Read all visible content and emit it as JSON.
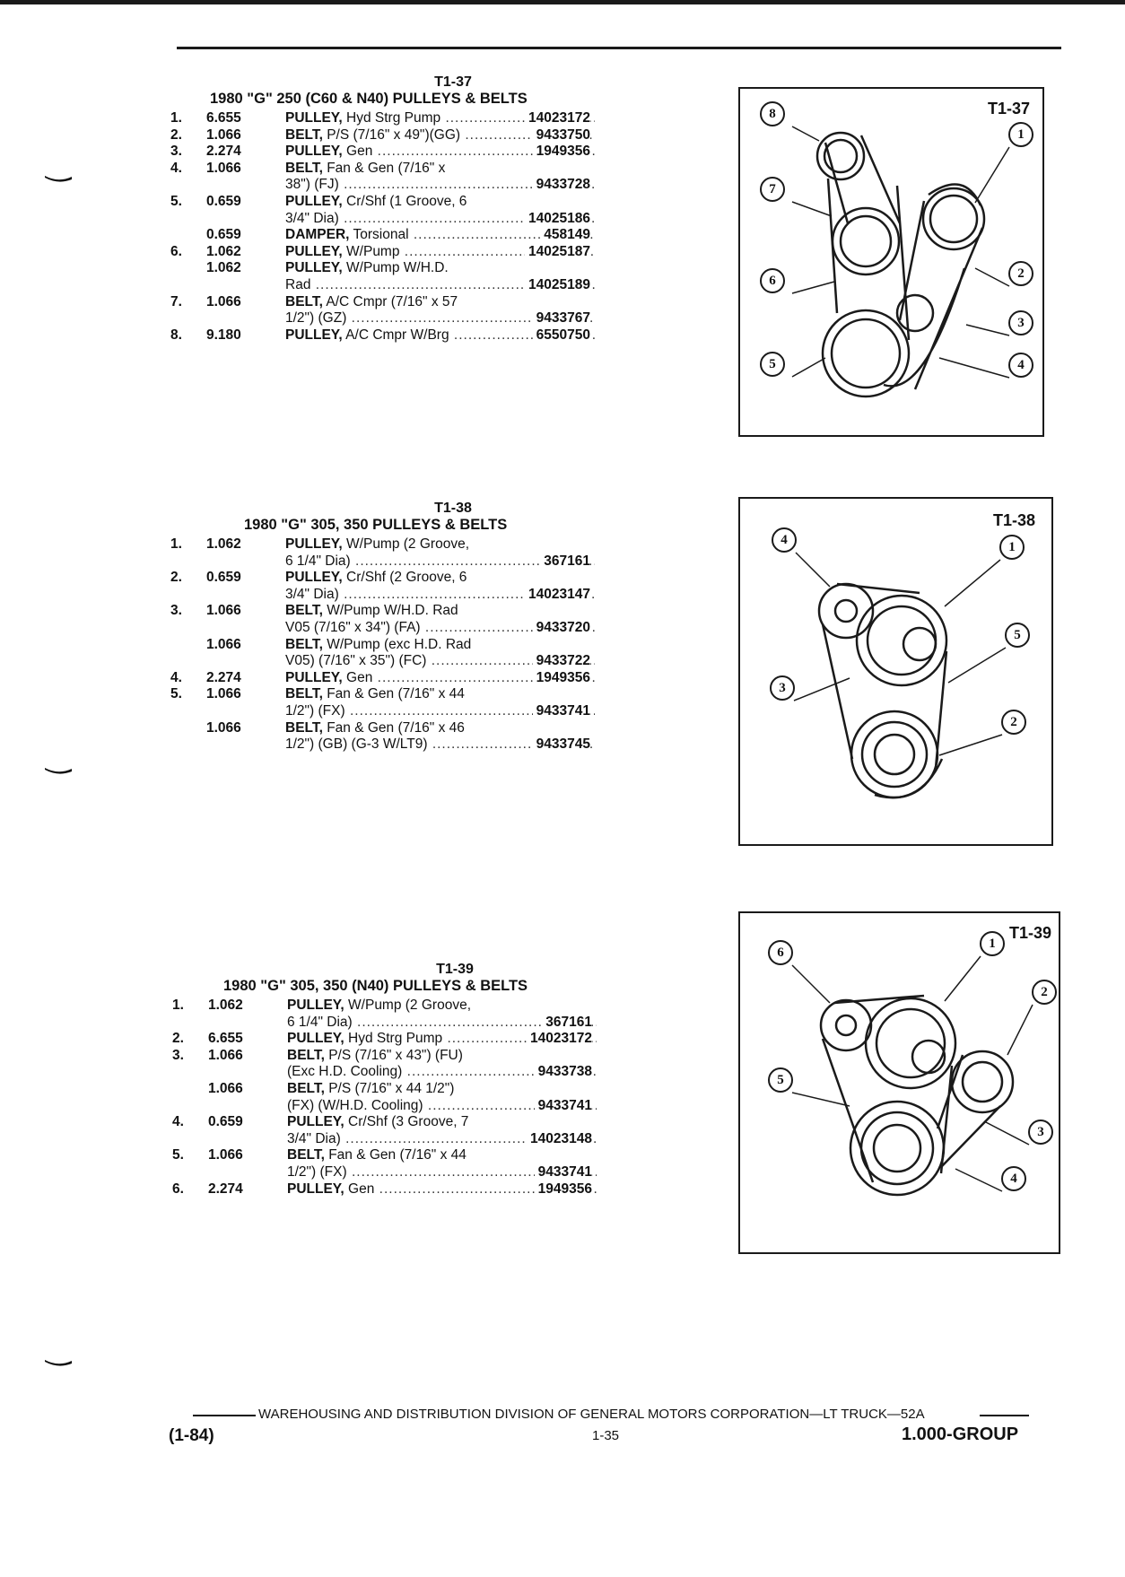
{
  "sections": [
    {
      "id": "T1-37",
      "title": "1980 \"G\" 250 (C60 & N40) PULLEYS & BELTS",
      "rows": [
        {
          "num": "1.",
          "qty": "6.655",
          "name": "PULLEY,",
          "text": " Hyd Strg Pump",
          "part": "14023172"
        },
        {
          "num": "2.",
          "qty": "1.066",
          "name": "BELT,",
          "text": " P/S (7/16\" x 49\")(GG)",
          "part": "9433750"
        },
        {
          "num": "3.",
          "qty": "2.274",
          "name": "PULLEY,",
          "text": " Gen",
          "part": "1949356"
        },
        {
          "num": "4.",
          "qty": "1.066",
          "name": "BELT,",
          "text": " Fan & Gen (7/16\" x",
          "part": ""
        },
        {
          "num": "",
          "qty": "",
          "name": "",
          "text": "38\") (FJ)",
          "part": "9433728"
        },
        {
          "num": "5.",
          "qty": "0.659",
          "name": "PULLEY,",
          "text": " Cr/Shf (1 Groove, 6",
          "part": ""
        },
        {
          "num": "",
          "qty": "",
          "name": "",
          "text": "3/4\" Dia)",
          "part": "14025186"
        },
        {
          "num": "",
          "qty": "0.659",
          "name": "DAMPER,",
          "text": " Torsional",
          "part": "458149"
        },
        {
          "num": "6.",
          "qty": "1.062",
          "name": "PULLEY,",
          "text": " W/Pump",
          "part": "14025187"
        },
        {
          "num": "",
          "qty": "1.062",
          "name": "PULLEY,",
          "text": " W/Pump W/H.D.",
          "part": ""
        },
        {
          "num": "",
          "qty": "",
          "name": "",
          "text": "Rad",
          "part": "14025189"
        },
        {
          "num": "7.",
          "qty": "1.066",
          "name": "BELT,",
          "text": " A/C Cmpr (7/16\" x 57",
          "part": ""
        },
        {
          "num": "",
          "qty": "",
          "name": "",
          "text": "1/2\") (GZ)",
          "part": "9433767"
        },
        {
          "num": "8.",
          "qty": "9.180",
          "name": "PULLEY,",
          "text": " A/C Cmpr W/Brg",
          "part": "6550750"
        }
      ]
    },
    {
      "id": "T1-38",
      "title": "1980 \"G\" 305, 350 PULLEYS & BELTS",
      "rows": [
        {
          "num": "1.",
          "qty": "1.062",
          "name": "PULLEY,",
          "text": " W/Pump (2 Groove,",
          "part": ""
        },
        {
          "num": "",
          "qty": "",
          "name": "",
          "text": "6 1/4\" Dia)",
          "part": "367161"
        },
        {
          "num": "2.",
          "qty": "0.659",
          "name": "PULLEY,",
          "text": " Cr/Shf (2 Groove, 6",
          "part": ""
        },
        {
          "num": "",
          "qty": "",
          "name": "",
          "text": "3/4\" Dia)",
          "part": "14023147"
        },
        {
          "num": "3.",
          "qty": "1.066",
          "name": "BELT,",
          "text": " W/Pump W/H.D. Rad",
          "part": ""
        },
        {
          "num": "",
          "qty": "",
          "name": "",
          "text": "V05 (7/16\" x 34\") (FA)",
          "part": "9433720"
        },
        {
          "num": "",
          "qty": "1.066",
          "name": "BELT,",
          "text": " W/Pump (exc H.D. Rad",
          "part": ""
        },
        {
          "num": "",
          "qty": "",
          "name": "",
          "text": "V05) (7/16\" x 35\") (FC)",
          "part": "9433722"
        },
        {
          "num": "4.",
          "qty": "2.274",
          "name": "PULLEY,",
          "text": " Gen",
          "part": "1949356"
        },
        {
          "num": "5.",
          "qty": "1.066",
          "name": "BELT,",
          "text": " Fan & Gen (7/16\" x 44",
          "part": ""
        },
        {
          "num": "",
          "qty": "",
          "name": "",
          "text": "1/2\") (FX)",
          "part": "9433741"
        },
        {
          "num": "",
          "qty": "1.066",
          "name": "BELT,",
          "text": " Fan & Gen (7/16\" x 46",
          "part": ""
        },
        {
          "num": "",
          "qty": "",
          "name": "",
          "text": "1/2\") (GB) (G-3 W/LT9)",
          "part": "9433745"
        }
      ]
    },
    {
      "id": "T1-39",
      "title": "1980 \"G\" 305, 350 (N40) PULLEYS & BELTS",
      "rows": [
        {
          "num": "1.",
          "qty": "1.062",
          "name": "PULLEY,",
          "text": " W/Pump (2 Groove,",
          "part": ""
        },
        {
          "num": "",
          "qty": "",
          "name": "",
          "text": "6 1/4\" Dia)",
          "part": "367161"
        },
        {
          "num": "2.",
          "qty": "6.655",
          "name": "PULLEY,",
          "text": " Hyd Strg Pump",
          "part": "14023172"
        },
        {
          "num": "3.",
          "qty": "1.066",
          "name": "BELT,",
          "text": " P/S (7/16\" x 43\") (FU)",
          "part": ""
        },
        {
          "num": "",
          "qty": "",
          "name": "",
          "text": "(Exc H.D. Cooling)",
          "part": "9433738"
        },
        {
          "num": "",
          "qty": "1.066",
          "name": "BELT,",
          "text": " P/S (7/16\" x 44 1/2\")",
          "part": ""
        },
        {
          "num": "",
          "qty": "",
          "name": "",
          "text": "(FX) (W/H.D. Cooling)",
          "part": "9433741"
        },
        {
          "num": "4.",
          "qty": "0.659",
          "name": "PULLEY,",
          "text": " Cr/Shf (3 Groove, 7",
          "part": ""
        },
        {
          "num": "",
          "qty": "",
          "name": "",
          "text": "3/4\" Dia)",
          "part": "14023148"
        },
        {
          "num": "5.",
          "qty": "1.066",
          "name": "BELT,",
          "text": " Fan & Gen (7/16\" x 44",
          "part": ""
        },
        {
          "num": "",
          "qty": "",
          "name": "",
          "text": "1/2\") (FX)",
          "part": "9433741"
        },
        {
          "num": "6.",
          "qty": "2.274",
          "name": "PULLEY,",
          "text": " Gen",
          "part": "1949356"
        }
      ]
    }
  ],
  "figures": [
    {
      "label": "T1-37",
      "callouts": [
        "8",
        "7",
        "6",
        "5",
        "1",
        "2",
        "3",
        "4"
      ]
    },
    {
      "label": "T1-38",
      "callouts": [
        "4",
        "1",
        "5",
        "3",
        "2"
      ]
    },
    {
      "label": "T1-39",
      "callouts": [
        "1",
        "6",
        "2",
        "5",
        "3",
        "4"
      ]
    }
  ],
  "footer": {
    "division": "WAREHOUSING AND DISTRIBUTION  DIVISION OF GENERAL MOTORS CORPORATION—LT TRUCK—52A",
    "date": "(1-84)",
    "page": "1-35",
    "group": "1.000-GROUP"
  }
}
